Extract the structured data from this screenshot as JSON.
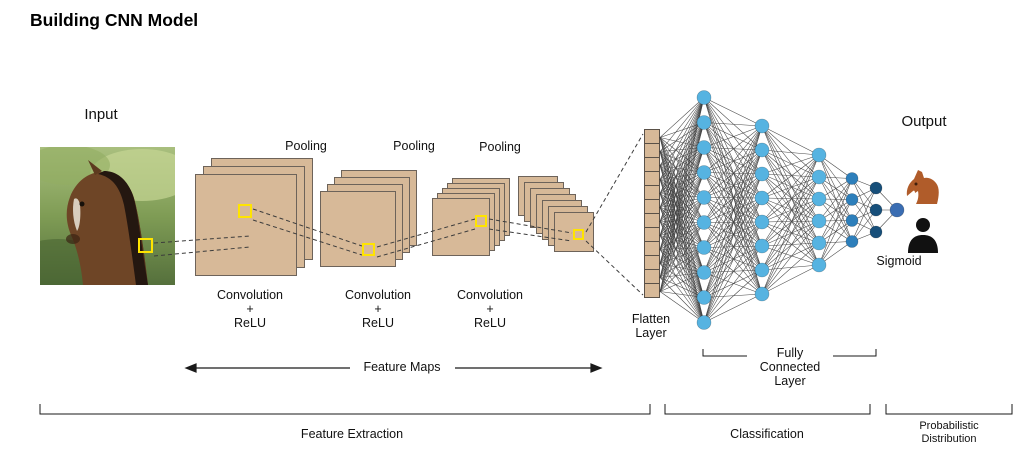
{
  "title": "Building CNN Model",
  "input": {
    "label": "Input"
  },
  "feature_extraction": {
    "sheet_color": "#d7b998",
    "sheet_border": "#6d635a",
    "highlight_color": "#ffe400",
    "blocks": [
      {
        "pooling_label": "Pooling",
        "conv_label": "Convolution\n+\nReLU",
        "sheets": 3
      },
      {
        "pooling_label": "Pooling",
        "conv_label": "Convolution\n+\nReLU",
        "sheets": 4
      },
      {
        "pooling_label": "Pooling",
        "conv_label": "Convolution\n+\nReLU",
        "sheets": 5
      },
      {
        "sheets": 7
      }
    ],
    "feature_maps_label": "Feature Maps",
    "section_label": "Feature Extraction"
  },
  "flatten": {
    "label": "Flatten\nLayer",
    "cells": 12,
    "cell_color": "#d7b998",
    "cell_border": "#5a5148"
  },
  "network": {
    "layers": [
      {
        "count": 10,
        "color": "#56b3e1"
      },
      {
        "count": 8,
        "color": "#56b3e1"
      },
      {
        "count": 6,
        "color": "#56b3e1"
      },
      {
        "count": 4,
        "color": "#2d7fbb"
      },
      {
        "count": 3,
        "color": "#174f7a"
      }
    ],
    "output_node_color": "#3a6db2",
    "edge_color": "#161616",
    "fully_connected_label": "Fully\nConnected\nLayer",
    "sigmoid_label": "Sigmoid",
    "section_label": "Classification"
  },
  "output": {
    "label": "Output",
    "classes": [
      "horse",
      "person"
    ],
    "horse_icon_color": "#b05c2a",
    "person_icon_color": "#111111",
    "section_label": "Probabilistic\nDistribution"
  }
}
